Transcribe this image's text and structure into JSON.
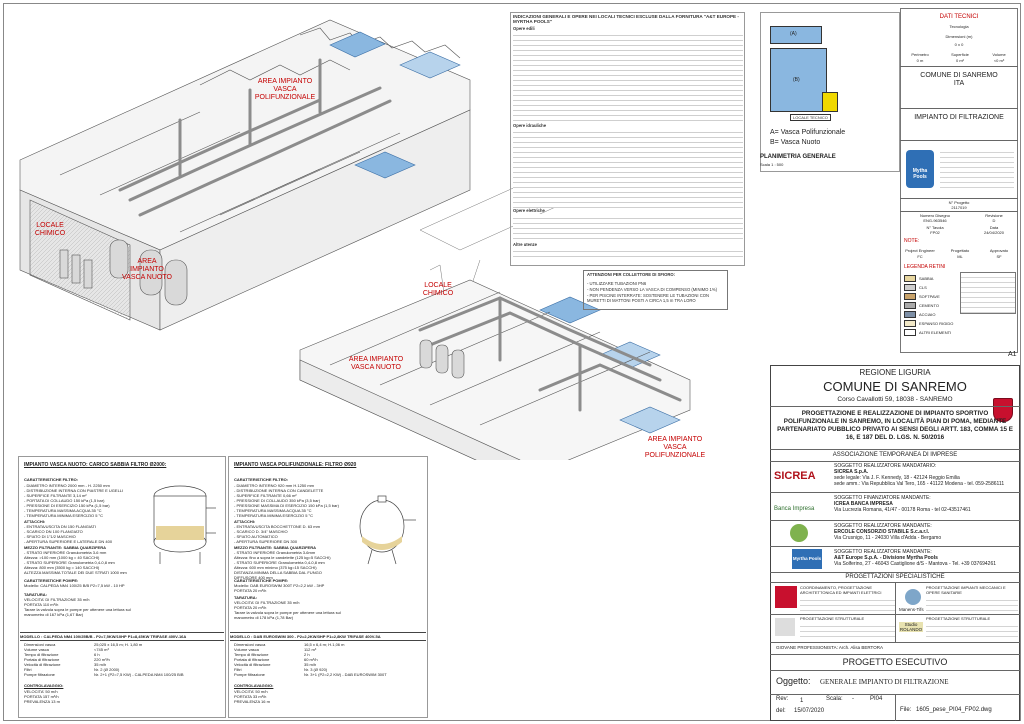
{
  "tech_data": {
    "header": "DATI TECNICI",
    "tech_label": "Tecnologia",
    "dims_label": "Dimensioni (m)",
    "dims_value": "0 x 0",
    "perimeter_label": "Perimetro",
    "perimeter_value": "0 m",
    "area_label": "Superficie",
    "area_value": "0 m²",
    "volume_label": "Volume",
    "volume_value": "<0 m³",
    "municipality": "COMUNE DI SANREMO",
    "country": "ITA",
    "plant_title": "IMPIANTO DI FILTRAZIONE",
    "brand_name": "Mytha Pools",
    "project_no_label": "N° Progetto",
    "project_no": "2117019",
    "drawing_no_label": "Numero Disegno",
    "drawing_no": "ENG-963546",
    "revision_label": "Revisione",
    "revision": "D",
    "table_no_label": "N° Tavola",
    "table_no": "FP02",
    "date_label": "Data",
    "date": "24/04/2020",
    "note_label": "NOTE:",
    "eng_label": "Project Engineer",
    "eng_value": "FC",
    "prog_label": "Progettato",
    "prog_value": "ML",
    "appr_label": "Approvato",
    "appr_value": "SF",
    "legend_title": "LEGENDA RETINI",
    "legend_items": [
      "SABBIA",
      "CLS",
      "SOFTPAVE",
      "CEMENTO",
      "ACCIAIO",
      "ESPANSO RIGIDO",
      "ALTRI ELEMENTI"
    ],
    "scale_a": "A1"
  },
  "planimetry": {
    "label_a": "(A)",
    "label_b": "(B)",
    "local_tech": "LOCALE TECNICO",
    "legend_a": "A= Vasca Polifunzionale",
    "legend_b": "B= Vasca Nuoto",
    "caption": "PLANIMETRIA GENERALE",
    "scale": "Scala 1 : 500"
  },
  "notes": {
    "title": "INDICAZIONI GENERALI E OPERE NEI LOCALI TECNICI ESCLUSE DALLA FORNITURA \"A&T EUROPE - MYRTHA POOLS\"",
    "sections": [
      "Opere edili",
      "Opere idrauliche",
      "Opere elettriche",
      "Altre utenze"
    ],
    "attention_title": "ATTENZIONI PER COLLETTORE DI SFIORO:",
    "attention_lines": [
      "- UTILIZZARE TUBAZIONI PN6",
      "- NON PENDENZA VERSO LA VASCA DI COMPENSO (MINIMO 1%)",
      "- PER PISCINE INTERRATE: SOSTENERE LE TUBAZIONI CON MURETTI DI MATTONI POSTI A CIRCA 1,5 m TRA LORO"
    ]
  },
  "diagram_labels": {
    "upper_pool": "AREA IMPIANTO VASCA POLIFUNZIONALE",
    "chem_room": "LOCALE CHIMICO",
    "swim_area": "AREA IMPIANTO VASCA NUOTO",
    "chem_room2": "LOCALE CHIMICO",
    "lower_swim": "AREA IMPIANTO VASCA NUOTO",
    "lower_poly": "AREA IMPIANTO VASCA POLIFUNZIONALE"
  },
  "spec_swim": {
    "title": "IMPIANTO VASCA NUOTO: CARICO SABBIA FILTRO Ø2000:",
    "filter_header": "CARATTERISTICHE FILTRO:",
    "filter_lines": [
      "- DIAMETRO INTERNO 2000 mm - H. 2250 mm",
      "- DISTRIBUZIONE INTERNA CON PIASTRE E UGELLI",
      "- SUPERFICE FILTRANTE 3,14 m²",
      "- PORTATA DI COLLAUDO 150 kPa (1,5 bar)",
      "- PRESSIONE DI ESERCIZIO 150 kPa (1,5 bar)",
      "- TEMPERATURA MASSIMA ACQUA 35 °C",
      "- TEMPERATURA MINIMA ESERCIZIO 5 °C"
    ],
    "attach_header": "ATTACCHI:",
    "attach_lines": [
      "- ENTRATA/USCITA DN 150 FLANGIATI",
      "- SCARICO DN 100 FLANGIATO",
      "- SFIATO DI 1\"1/2 MASCHIO",
      "- APERTURA SUPERIORE E LATERALE DN 400"
    ],
    "media_header": "MEZZO FILTRANTE: SABBIA QUARZIFERA",
    "media_lines": [
      "- STRATO INFERIORE Granulometria 3-6 mm",
      "Altezza: >100 mm (1000 kg = 40 SACCHI)",
      "- STRATO SUPERIORE Granulometria 0,4-0,8 mm",
      "Altezza: 800 mm (3500 kg = 140 SACCHI)",
      "ALTEZZA MASSIMA TOTALE DEI DUE STRATI 1000 mm"
    ],
    "pump_header": "CARATTERISTICHE POMPE:",
    "pump_lines": [
      "Modello: CALPEDA NM4 100/25 B/B P2=7,5 kW - 10 HP"
    ],
    "setup_header": "TARATURA:",
    "setup_lines": [
      "VELOCITA' DI FILTRAZIONE 35 m/h",
      "PORTATA 110 m³/h",
      "Tarare la valvola sopra le pompe per ottenere una lettura sul manometro di 167 kPa (1,67 Bar)"
    ],
    "table_title": "MODELLO : CALPEDA NM4 100/25B/B - P2=7,5KW/10HP P1=8,45KW TRIFASE 400V-16A",
    "table_rows": [
      [
        "Dimensioni vasca",
        "25,025 x 16,5 m; H. 1,80 m"
      ],
      [
        "Volume vasca",
        "<745 m³"
      ],
      [
        "Tempo di filtrazione",
        "6 h"
      ],
      [
        "Portata di filtrazione",
        "220 m³/h"
      ],
      [
        "Velocità di filtrazione",
        "35 m/h"
      ],
      [
        "Filtri",
        "Nr. 2 (Ø 2000)"
      ],
      [
        "Pompe filtrazione",
        "Nr. 2+1 (P2=7,5 KW) - CALPEDA NM4 100/25 B/B"
      ]
    ],
    "control_header": "CONTROLAVAGGIO:",
    "control_lines": [
      "VELOCITA' 50 m/h",
      "PORTATA 157 m³/h",
      "PREVALENZA 13 m"
    ]
  },
  "spec_poly": {
    "title": "IMPIANTO VASCA POLIFUNZIONALE: FILTRO Ø920",
    "filter_header": "CARATTERISTICHE FILTRO:",
    "filter_lines": [
      "- DIAMETRO INTERNO 920 mm H.1250 mm",
      "- DISTRIBUZIONE INTERNA CON CANDELETTE",
      "- SUPERFICE FILTRANTE 0,66 m²",
      "- PRESSIONE DI COLLAUDO 350 kPa (3,5 bar)",
      "- PRESSIONE MASSIMA DI ESERCIZIO 150 kPa (1,5 bar)",
      "- TEMPERATURA MASSIMA ACQUA 35 °C",
      "- TEMPERATURA MINIMA ESERCIZIO 5 °C"
    ],
    "attach_header": "ATTACCHI:",
    "attach_lines": [
      "- ENTRATA/USCITA BOCCHETTONE D. 63 mm",
      "- SCARICO D. 3/4\" MASCHIO",
      "- SFIATO AUTOMATICO",
      "- APERTURA SUPERIORE DN 300"
    ],
    "media_header": "MEZZO FILTRANTE: SABBIA QUARZIFERA",
    "media_lines": [
      "- STRATO INFERIORE Granulometria 3-6mm",
      "Altezza: fino a sopra le candelette (125 kg=5 SACCHI)",
      "- STRATO SUPERIORE Granulometria 0,4-0,8 mm",
      "Altezza: 600 mm minimo (375 kg=15 SACCHI)",
      "DISTANZA MINIMA DELLA SABBIA DAL FUNGO DIFFUSORE 400 mm"
    ],
    "pump_header": "CARATTERISTICHE POMPE:",
    "pump_lines": [
      "Modello: DAB EUROSWIM 300T P2=2,2 kW - 3HP",
      "PORTATA 20 m³/h"
    ],
    "setup_header": "TARATURA:",
    "setup_lines": [
      "VELOCITA' DI FILTRAZIONE 35 m/h",
      "PORTATA 20 m³/h",
      "Tarare la valvola sopra le pompe per ottenere una lettura sul manometro di 178 kPa (1,78 Bar)"
    ],
    "table_title": "MODELLO : DAB EUROSWIM 300 - P2=2,2KW/3HP P1=2,8KW TRIFASE 400V-5A",
    "table_rows": [
      [
        "Dimensioni vasca",
        "16,5 x 6,4 m; H.1,06 m"
      ],
      [
        "Volume vasca",
        "112 m³"
      ],
      [
        "Tempo di filtrazione",
        "2 h"
      ],
      [
        "Portata di filtrazione",
        "60 m³/h"
      ],
      [
        "Velocità di filtrazione",
        "35 m/h"
      ],
      [
        "Filtri",
        "Nr. 3 (Ø 920)"
      ],
      [
        "Pompe filtrazione",
        "Nr. 3+1 (P2=2,2 KW) - DAB EUROSWIM 300T"
      ]
    ],
    "control_header": "CONTROLAVAGGIO:",
    "control_lines": [
      "VELOCITA' 50 m/h",
      "PORTATA 33 m³/h",
      "PREVALENZA 16 m"
    ]
  },
  "cover": {
    "region": "REGIONE LIGURIA",
    "municipality": "COMUNE DI SANREMO",
    "address": "Corso Cavallotti 59, 18038 - SANREMO",
    "project_text": "PROGETTAZIONE E REALIZZAZIONE DI IMPIANTO SPORTIVO POLIFUNZIONALE IN SANREMO, IN LOCALITÀ PIAN DI POMA, MEDIANTE PARTENARIATO PUBBLICO PRIVATO AI SENSI DEGLI ARTT. 183, COMMA 15 E 16, E 187 DEL D. LGS. N. 50/2016",
    "association": "ASSOCIAZIONE TEMPORANEA DI IMPRESE",
    "companies": [
      {
        "logo": "SICREA",
        "role": "SOGGETTO REALIZZATORE MANDATARIO:",
        "name": "SICREA S.p.A.",
        "line1": "sede legale: Via J. F. Kennedy, 18 - 42124 Reggio Emilia",
        "line2": "sede amm.: Via Repubblica Val Tero, 165 - 41122 Modena - tel. 059-2586111"
      },
      {
        "logo": "Banca Impresa",
        "role": "SOGGETTO FINANZIATORE MANDANTE:",
        "name": "ICREA BANCA IMPRESA",
        "line1": "Via Lucrezia Romana, 41/47 - 00178 Roma - tel 02-43517461",
        "line2": ""
      },
      {
        "logo": "",
        "role": "SOGGETTO REALIZZATORE MANDANTE:",
        "name": "ERCOLE CONSORZIO STABILE S.c.a.r.l.",
        "line1": "Via Crusnigo, 11 - 24030 Villa d'Adda - Bergamo",
        "line2": ""
      },
      {
        "logo": "Myrtha Pools",
        "role": "SOGGETTO REALIZZATORE MANDANTE:",
        "name": "A&T Europe S.p.A. - Divisione Myrtha Pools",
        "line1": "Via Solferino, 27 - 46043 Castiglione d/S - Mantova - Tel. +39 037694261",
        "line2": ""
      }
    ],
    "specialists_title": "PROGETTAZIONI SPECIALISTICHE",
    "specialist_left": "COORDINAMENTO, PROGETTAZIONE ARCHITETTONICA ED IMPIANTI ELETTRICI",
    "specialist_right": "PROGETTAZIONE IMPIANTI MECCANICI E OPERE SANITARIE",
    "specialist_logo": "Manens-Tifs",
    "structural_left": "PROGETTAZIONE STRUTTURALE",
    "structural_right": "PROGETTAZIONE STRUTTURALE",
    "structural_logo": "Studio ROLANDO",
    "young_pro": "GIOVANE PROFESSIONISTA: Arch. Alisa BERTORA",
    "phase": "PROGETTO ESECUTIVO",
    "object_label": "Oggetto:",
    "object_value": "GENERALE IMPIANTO DI FILTRAZIONE",
    "rev_label": "Rev:",
    "rev_value": "1",
    "scale_label": "Scala:",
    "scale_value": "-",
    "code_value": "PI04",
    "data_label": "del:",
    "data_value": "15/07/2020",
    "file_label": "File:",
    "file_value": "1605_pese_PI04_FP02.dwg"
  }
}
